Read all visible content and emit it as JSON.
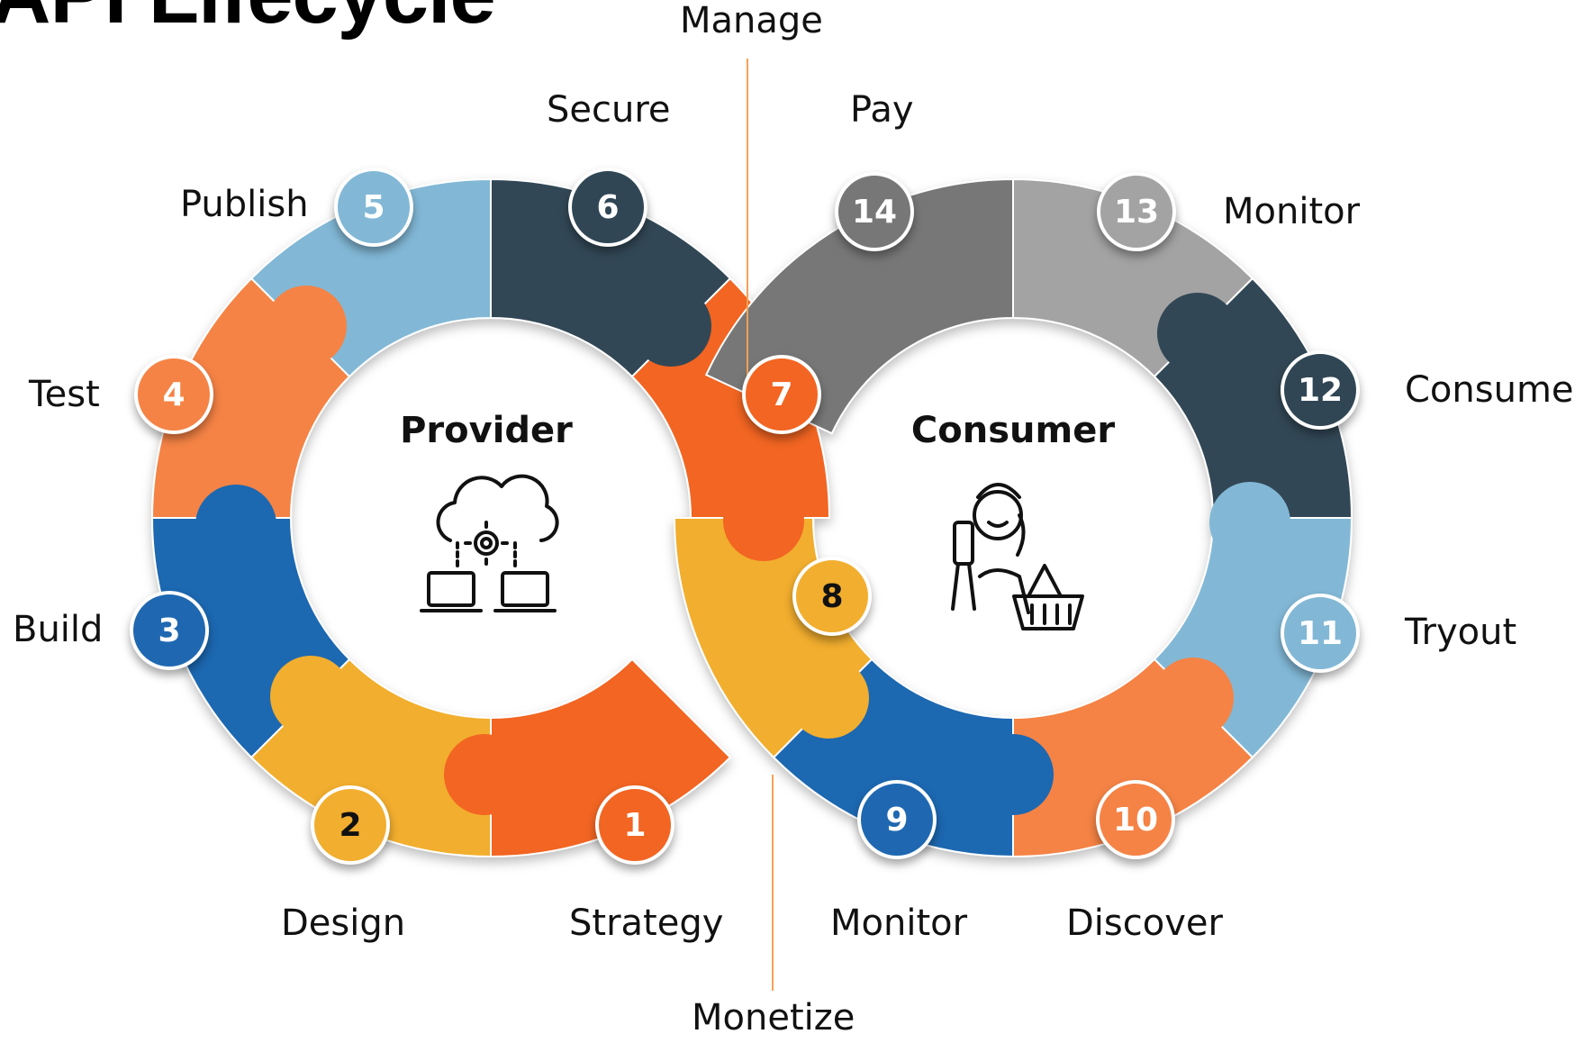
{
  "title": "API Lifecycle",
  "divider_top_label": "Manage",
  "divider_bottom_label": "Monetize",
  "provider": {
    "title": "Provider",
    "icon": "cloud-gear-laptops-icon",
    "steps": [
      {
        "number": "1",
        "label": "Strategy",
        "color": "#F26522"
      },
      {
        "number": "2",
        "label": "Design",
        "color": "#F2AE2F"
      },
      {
        "number": "3",
        "label": "Build",
        "color": "#1F68B1"
      },
      {
        "number": "4",
        "label": "Test",
        "color": "#F58345"
      },
      {
        "number": "5",
        "label": "Publish",
        "color": "#82B8D6"
      },
      {
        "number": "6",
        "label": "Secure",
        "color": "#304655"
      },
      {
        "number": "7",
        "label": "",
        "color": "#F26522"
      }
    ]
  },
  "consumer": {
    "title": "Consumer",
    "icon": "shopper-basket-icon",
    "steps": [
      {
        "number": "8",
        "label": "",
        "color": "#F2AE2F"
      },
      {
        "number": "9",
        "label": "Monitor",
        "color": "#1F68B1"
      },
      {
        "number": "10",
        "label": "Discover",
        "color": "#F58345"
      },
      {
        "number": "11",
        "label": "Tryout",
        "color": "#82B8D6"
      },
      {
        "number": "12",
        "label": "Consume",
        "color": "#304655"
      },
      {
        "number": "13",
        "label": "Monitor",
        "color": "#A3A3A3"
      },
      {
        "number": "14",
        "label": "Pay",
        "color": "#777777"
      }
    ]
  },
  "colors": {
    "divider": "#F5A15A",
    "ring_border": "#ffffff"
  }
}
